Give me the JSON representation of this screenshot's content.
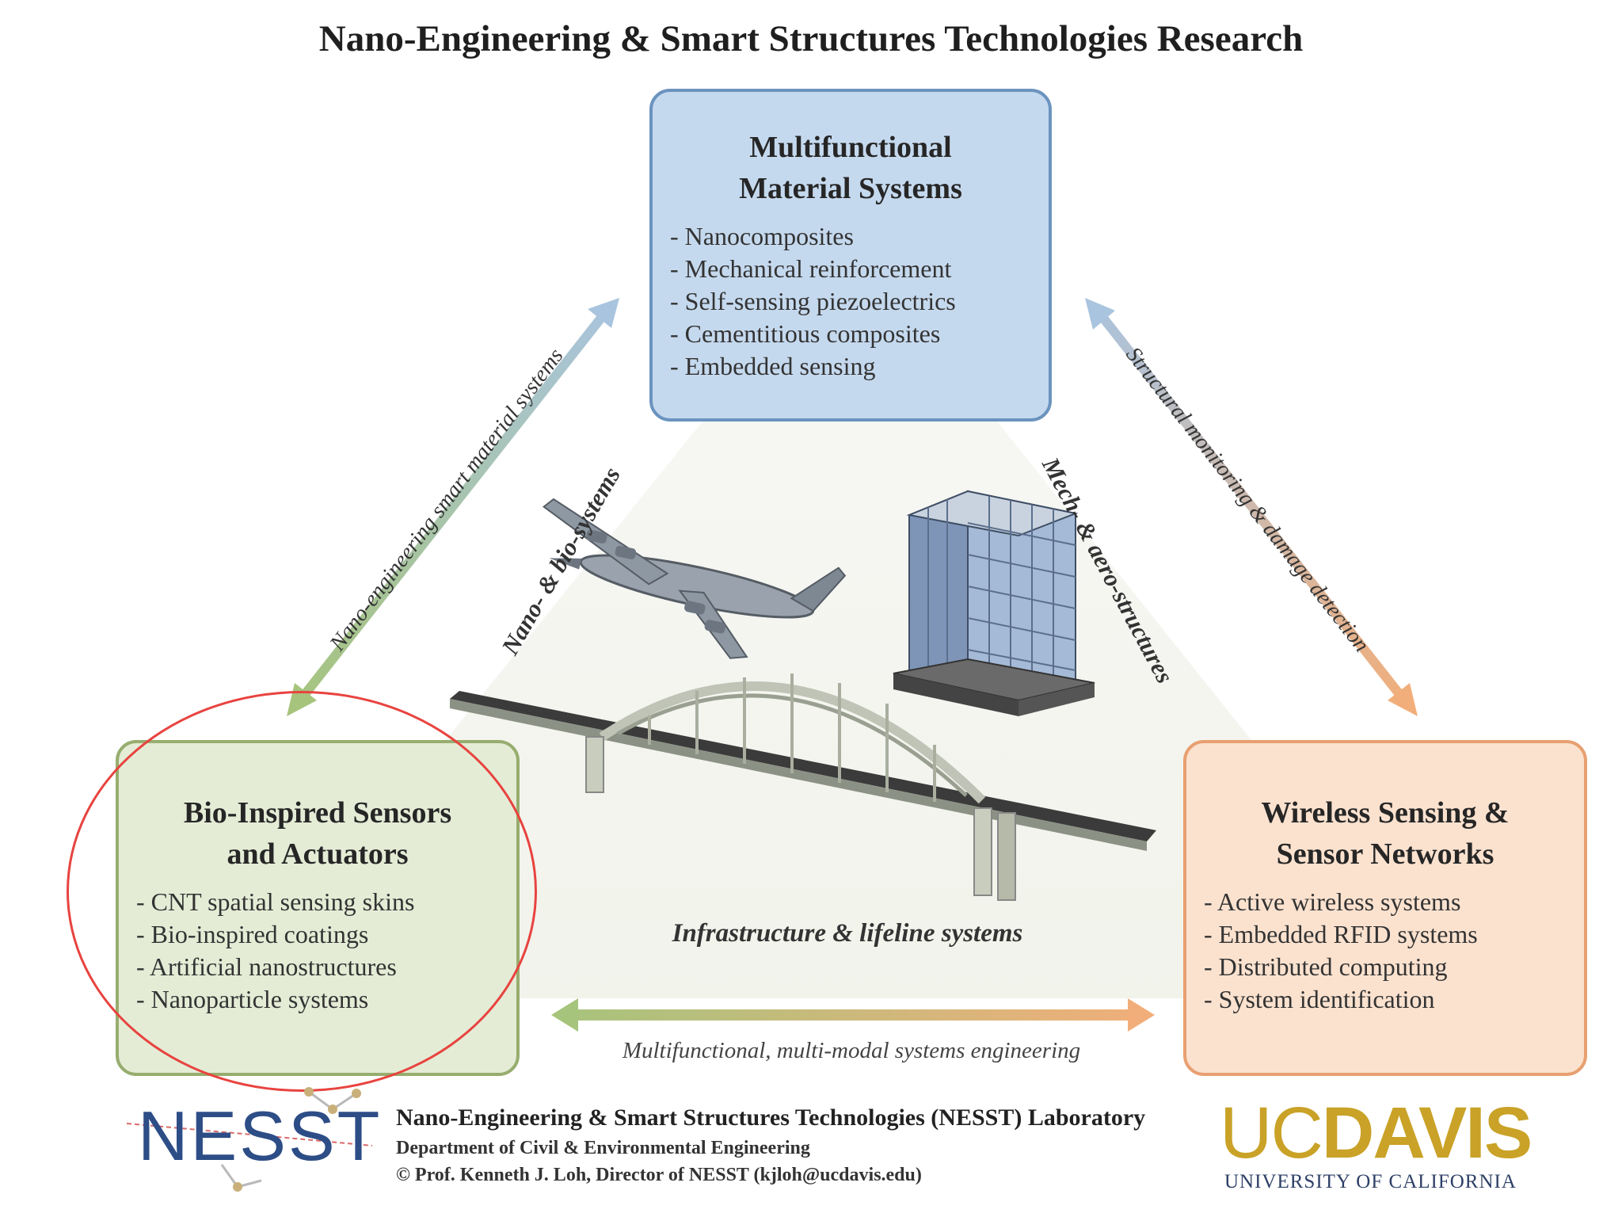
{
  "title": "Nano-Engineering & Smart Structures Technologies Research",
  "boxes": {
    "top": {
      "title_line1": "Multifunctional",
      "title_line2": "Material Systems",
      "items": [
        "- Nanocomposites",
        "- Mechanical reinforcement",
        "- Self-sensing piezoelectrics",
        "- Cementitious composites",
        "- Embedded sensing"
      ]
    },
    "left": {
      "title_line1": "Bio-Inspired Sensors",
      "title_line2": "and Actuators",
      "items": [
        "- CNT spatial sensing skins",
        "- Bio-inspired coatings",
        "- Artificial nanostructures",
        "- Nanoparticle systems"
      ]
    },
    "right": {
      "title_line1": "Wireless Sensing &",
      "title_line2": "Sensor Networks",
      "items": [
        "- Active wireless systems",
        "- Embedded RFID systems",
        "- Distributed computing",
        "- System identification"
      ]
    }
  },
  "arrow_labels": {
    "left": "Nano-engineering smart material systems",
    "right": "Structural monitoring & damage detection",
    "bottom": "Multifunctional, multi-modal systems engineering"
  },
  "application_labels": {
    "nano_bio": "Nano- & bio-systems",
    "mech_aero": "Mech- & aero-structures",
    "infrastructure": "Infrastructure & lifeline systems"
  },
  "footer": {
    "logo": "NESST",
    "lab_name": "Nano-Engineering & Smart Structures Technologies (NESST) Laboratory",
    "department": "Department of Civil & Environmental Engineering",
    "credit": "© Prof. Kenneth J. Loh, Director of NESST (kjloh@ucdavis.edu)",
    "ucd_uc": "UC",
    "ucd_davis": "DAVIS",
    "ucd_sub": "UNIVERSITY OF CALIFORNIA"
  },
  "colors": {
    "top_box": "#c5d9ee",
    "left_box": "#e4ecd6",
    "right_box": "#fbe2cf",
    "highlight_circle": "#e8433f",
    "ucd_gold": "#c9a227"
  },
  "icons": [
    "airplane-illustration",
    "building-illustration",
    "arch-bridge-illustration"
  ]
}
